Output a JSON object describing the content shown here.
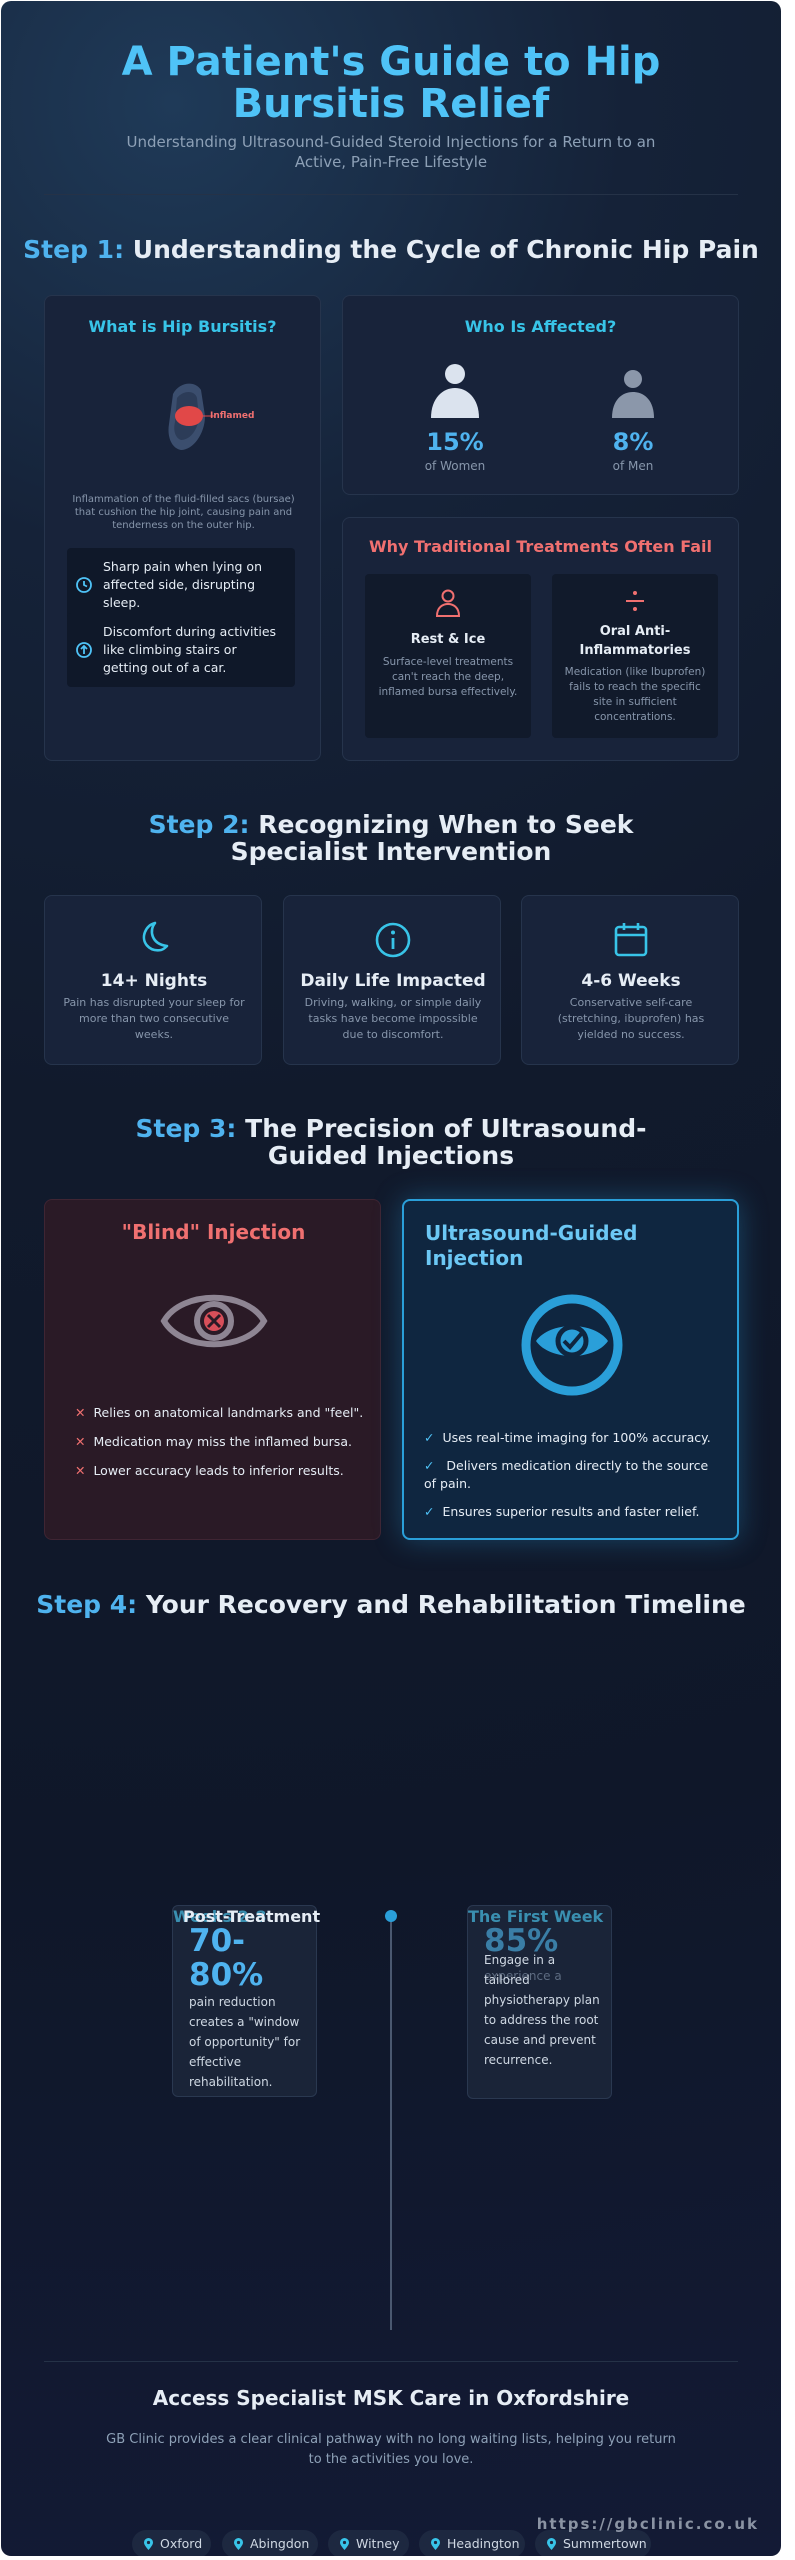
{
  "header": {
    "title": "A Patient's Guide to Hip Bursitis Relief",
    "subtitle": "Understanding Ultrasound-Guided Steroid Injections for a Return to an Active, Pain-Free Lifestyle"
  },
  "step1": {
    "num": "Step 1:",
    "heading": "Understanding the Cycle of Chronic Hip Pain",
    "what": {
      "title": "What is Hip Bursitis?",
      "diagram_label": "Inflamed",
      "description": "Inflammation of the fluid-filled sacs (bursae) that cushion the hip joint, causing pain and tenderness on the outer hip.",
      "bullets": [
        "Sharp pain when lying on affected side, disrupting sleep.",
        "Discomfort during activities like climbing stairs or getting out of a car."
      ]
    },
    "who": {
      "title": "Who Is Affected?",
      "women_value": "15%",
      "women_label": "of Women",
      "men_value": "8%",
      "men_label": "of Men"
    },
    "why": {
      "title": "Why Traditional Treatments Often Fail",
      "items": [
        {
          "title": "Rest & Ice",
          "desc": "Surface-level treatments can't reach the deep, inflamed bursa effectively."
        },
        {
          "title": "Oral Anti-Inflammatories",
          "desc": "Medication (like Ibuprofen) fails to reach the specific site in sufficient concentrations."
        }
      ]
    }
  },
  "step2": {
    "num": "Step 2:",
    "heading": "Recognizing When to Seek Specialist Intervention",
    "cards": [
      {
        "title": "14+ Nights",
        "desc": "Pain has disrupted your sleep for more than two consecutive weeks."
      },
      {
        "title": "Daily Life Impacted",
        "desc": "Driving, walking, or simple daily tasks have become impossible due to discomfort."
      },
      {
        "title": "4-6 Weeks",
        "desc": "Conservative self-care (stretching, ibuprofen) has yielded no success."
      }
    ]
  },
  "step3": {
    "num": "Step 3:",
    "heading": "The Precision of Ultrasound-Guided Injections",
    "blind": {
      "title": "\"Blind\" Injection",
      "items": [
        "Relies on anatomical landmarks and \"feel\".",
        "Medication may miss the inflamed bursa.",
        "Lower accuracy leads to inferior results."
      ]
    },
    "guided": {
      "title": "Ultrasound-Guided Injection",
      "items": [
        "Uses real-time imaging for 100% accuracy.",
        "Delivers medication directly to the source of pain.",
        "Ensures superior results and faster relief."
      ]
    }
  },
  "step4": {
    "num": "Step 4:",
    "heading": "Your Recovery and Rehabilitation Timeline",
    "left_card": {
      "ghost_title": "Weeks 2-8",
      "title": "Post-Treatment",
      "stat": "70-80%",
      "desc": "pain reduction creates a \"window of opportunity\" for effective rehabilitation."
    },
    "right_card": {
      "title": "The First Week",
      "stat": "85%",
      "ghost_text": "experience a",
      "desc": "Engage in a tailored physiotherapy plan to address the root cause and prevent recurrence."
    }
  },
  "footer": {
    "title": "Access Specialist MSK Care in Oxfordshire",
    "text": "GB Clinic provides a clear clinical pathway with no long waiting lists, helping you return to the activities you love.",
    "locations": [
      "Oxford",
      "Abingdon",
      "Witney",
      "Headington",
      "Summertown"
    ],
    "url": "https://gbclinic.co.uk"
  },
  "colors": {
    "accent": "#4fc3f7",
    "danger": "#f07070",
    "background": "#0f1729"
  }
}
